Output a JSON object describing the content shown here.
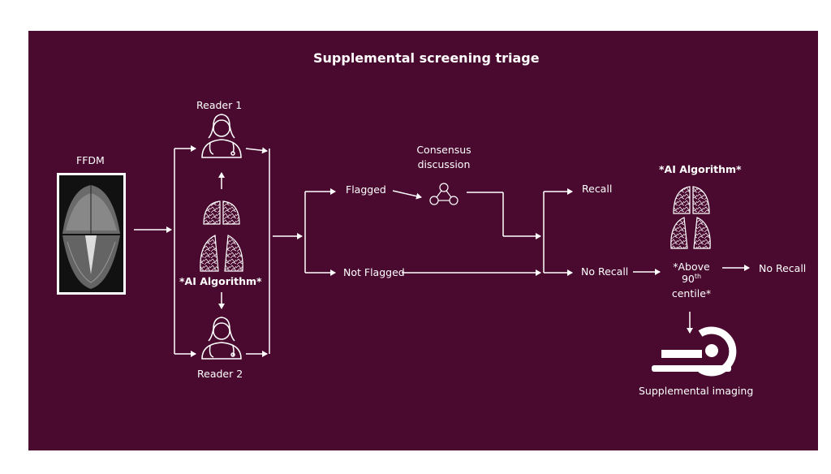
{
  "diagram": {
    "title": "Supplemental screening triage",
    "ffdm_label": "FFDM",
    "reader1_label": "Reader 1",
    "reader2_label": "Reader 2",
    "ai_algorithm_label": "*AI Algorithm*",
    "consensus_line1": "Consensus",
    "consensus_line2": "discussion",
    "flagged_label": "Flagged",
    "not_flagged_label": "Not Flagged",
    "recall_label": "Recall",
    "no_recall_label": "No Recall",
    "ai_algorithm_label_2": "*AI Algorithm*",
    "above_line1": "*Above",
    "above_number": "90",
    "above_sup": "th",
    "above_line3": "centile*",
    "final_no_recall_label": "No Recall",
    "supplemental_imaging_label": "Supplemental imaging"
  },
  "colors": {
    "background": "#4a0a2f",
    "foreground": "#ffffff"
  },
  "icons": [
    "mammogram-image",
    "doctor-icon",
    "breast-tissue-icon",
    "consensus-network-icon",
    "mri-scanner-icon"
  ]
}
